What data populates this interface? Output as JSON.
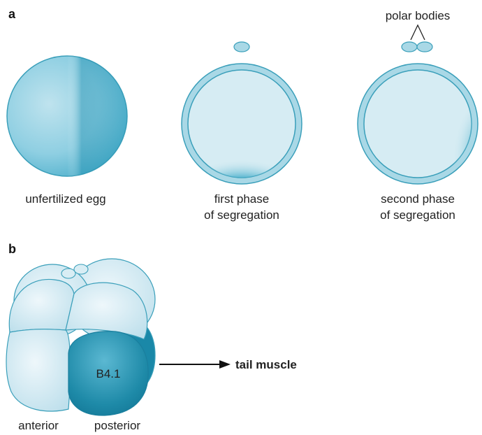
{
  "panel_a": {
    "letter": "a",
    "labels": {
      "unfertilized": "unfertilized egg",
      "first_line1": "first phase",
      "first_line2": "of segregation",
      "second_line1": "second phase",
      "second_line2": "of segregation",
      "polar_bodies": "polar bodies"
    }
  },
  "panel_b": {
    "letter": "b",
    "cell_label": "B4.1",
    "arrow_target": "tail muscle",
    "anterior": "anterior",
    "posterior": "posterior"
  },
  "colors": {
    "egg_fill": "#a9d8e6",
    "egg_dark": "#2e96b4",
    "membrane": "#8ccbdc",
    "interior": "#d6ecf3",
    "outline": "#3a9fba",
    "b41": "#1e8aa8",
    "pale_cell": "#d8edf4"
  }
}
